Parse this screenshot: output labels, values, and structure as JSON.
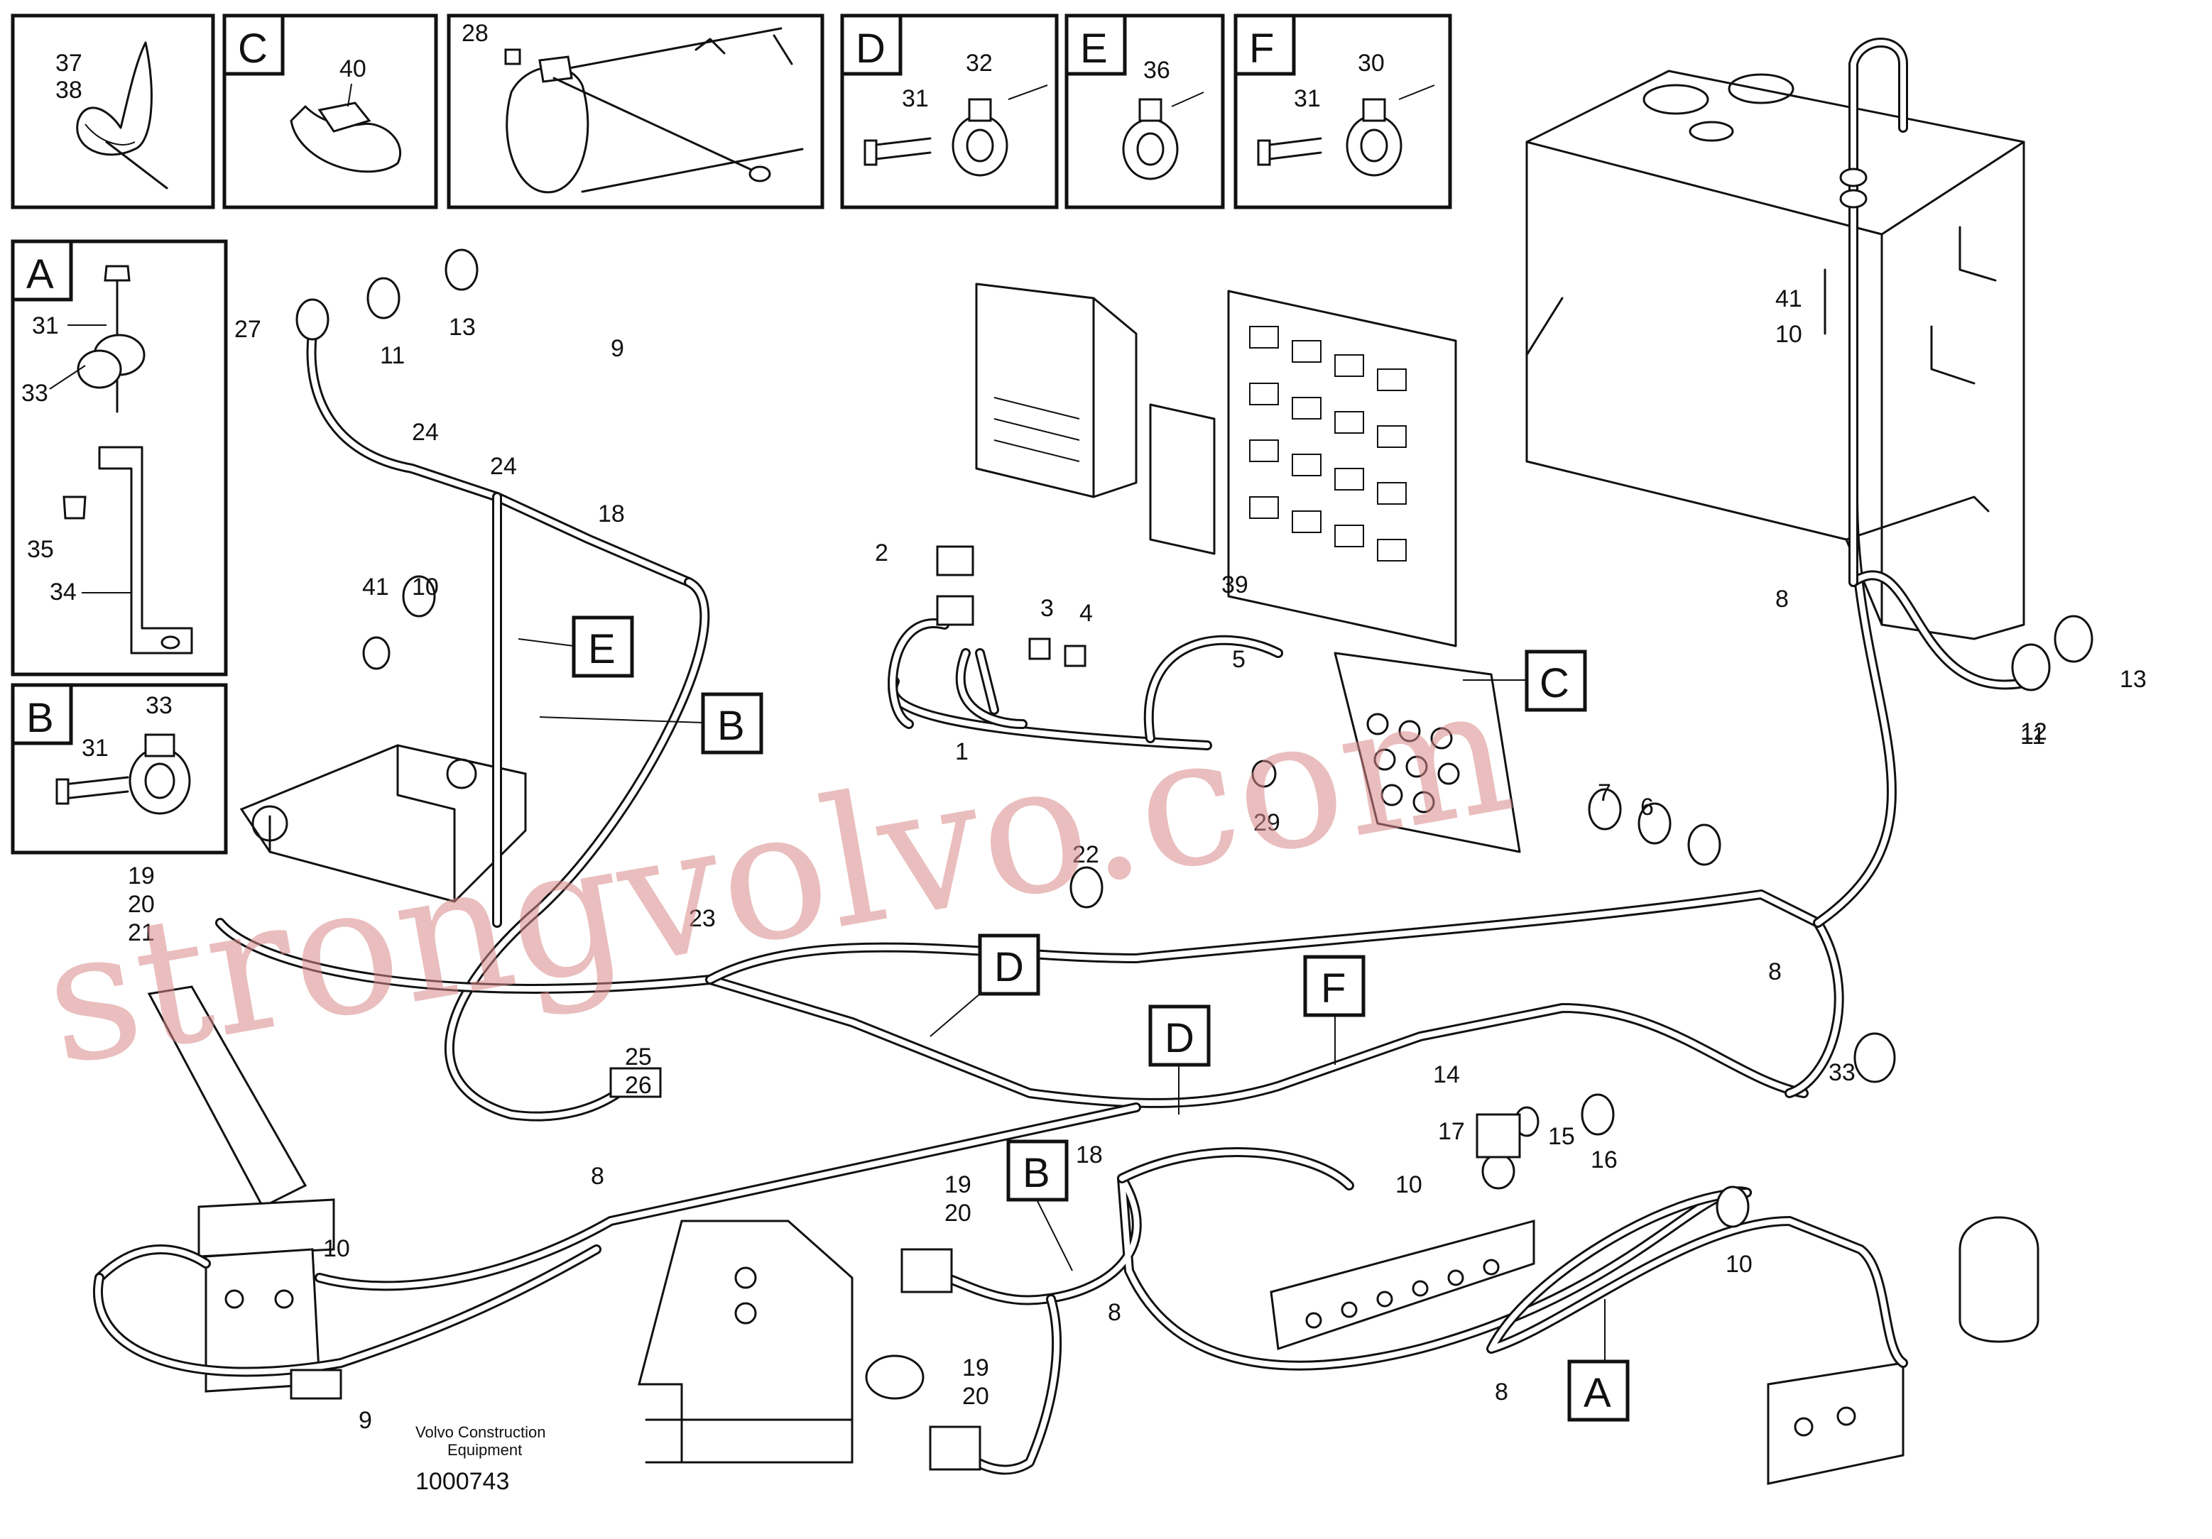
{
  "diagram": {
    "title_text": "Volvo Construction",
    "subtitle_text": "Equipment",
    "figure_number": "1000743",
    "watermark": "strongvolvo.com",
    "detail_boxes": [
      {
        "letter": "",
        "parts": [
          "37",
          "38"
        ]
      },
      {
        "letter": "C",
        "parts": [
          "40"
        ]
      },
      {
        "letter": "",
        "parts": [
          "28"
        ]
      },
      {
        "letter": "D",
        "parts": [
          "31",
          "32"
        ]
      },
      {
        "letter": "E",
        "parts": [
          "36"
        ]
      },
      {
        "letter": "F",
        "parts": [
          "31",
          "30"
        ]
      },
      {
        "letter": "A",
        "parts": [
          "31",
          "33",
          "35",
          "34"
        ]
      },
      {
        "letter": "B",
        "parts": [
          "31",
          "33"
        ]
      }
    ],
    "callouts": [
      "1",
      "2",
      "3",
      "4",
      "5",
      "6",
      "7",
      "8",
      "9",
      "10",
      "11",
      "12",
      "13",
      "14",
      "15",
      "16",
      "17",
      "18",
      "19",
      "20",
      "21",
      "22",
      "23",
      "24",
      "25",
      "26",
      "27",
      "29",
      "33",
      "39",
      "41"
    ],
    "letter_tags": [
      "A",
      "B",
      "C",
      "D",
      "E",
      "F"
    ]
  }
}
